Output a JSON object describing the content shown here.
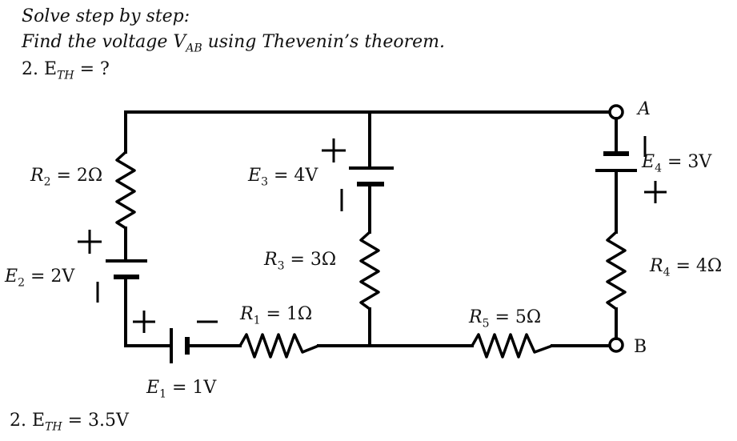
{
  "question": {
    "line1": "Solve step by step:",
    "line2_prefix": "Find the voltage V",
    "line2_sub": "AB",
    "line2_suffix": " using Thevenin’s theorem.",
    "line3_prefix": "2. E",
    "line3_sub": "TH",
    "line3_suffix": " = ?"
  },
  "answer": {
    "prefix": "2. E",
    "sub": "TH",
    "eq": " =  3.5V"
  },
  "terminals": {
    "a": "A",
    "b": "B"
  },
  "components": {
    "r1": {
      "sym": "R",
      "sub": "1",
      "val": " = 1Ω"
    },
    "r2": {
      "sym": "R",
      "sub": "2",
      "val": " = 2Ω"
    },
    "r3": {
      "sym": "R",
      "sub": "3",
      "val": " = 3Ω"
    },
    "r4": {
      "sym": "R",
      "sub": "4",
      "val": " = 4Ω"
    },
    "r5": {
      "sym": "R",
      "sub": "5",
      "val": " = 5Ω"
    },
    "e1": {
      "sym": "E",
      "sub": "1",
      "val": " = 1V"
    },
    "e2": {
      "sym": "E",
      "sub": "2",
      "val": " = 2V"
    },
    "e3": {
      "sym": "E",
      "sub": "3",
      "val": " = 4V"
    },
    "e4": {
      "sym": "E",
      "sub": "4",
      "val": " = 3V"
    }
  }
}
